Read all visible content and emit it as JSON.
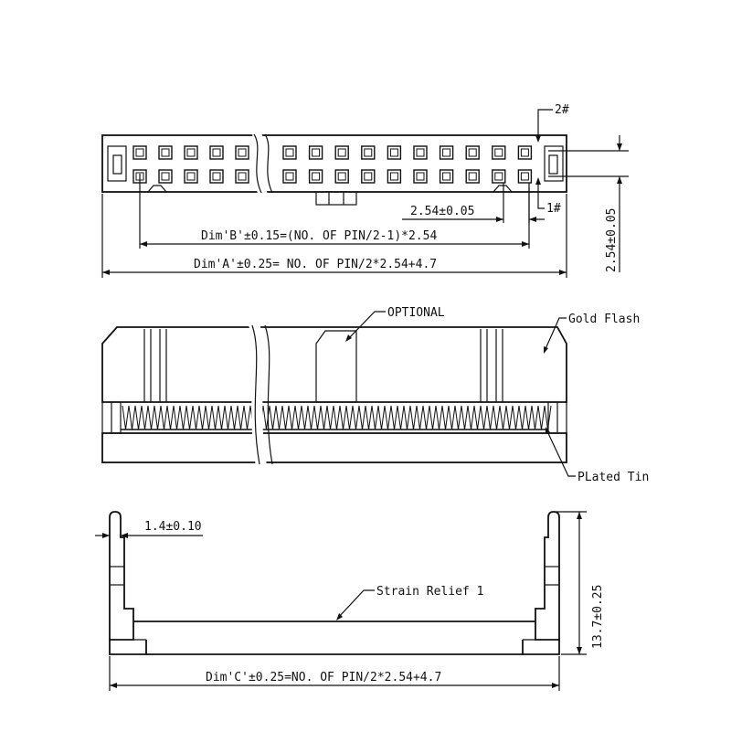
{
  "labels": {
    "pin2": "2#",
    "pin1": "1#",
    "pitch_h": "2.54±0.05",
    "pitch_v": "2.54±0.05",
    "dim_b": "Dim'B'±0.15=(NO. OF PIN/2-1)*2.54",
    "dim_a": "Dim'A'±0.25= NO. OF PIN/2*2.54+4.7",
    "optional": "OPTIONAL",
    "gold_flash": "Gold Flash",
    "plated_tin": "PLated Tin",
    "wall": "1.4±0.10",
    "height": "13.7±0.25",
    "strain_relief": "Strain Relief 1",
    "dim_c": "Dim'C'±0.25=NO. OF PIN/2*2.54+4.7"
  }
}
